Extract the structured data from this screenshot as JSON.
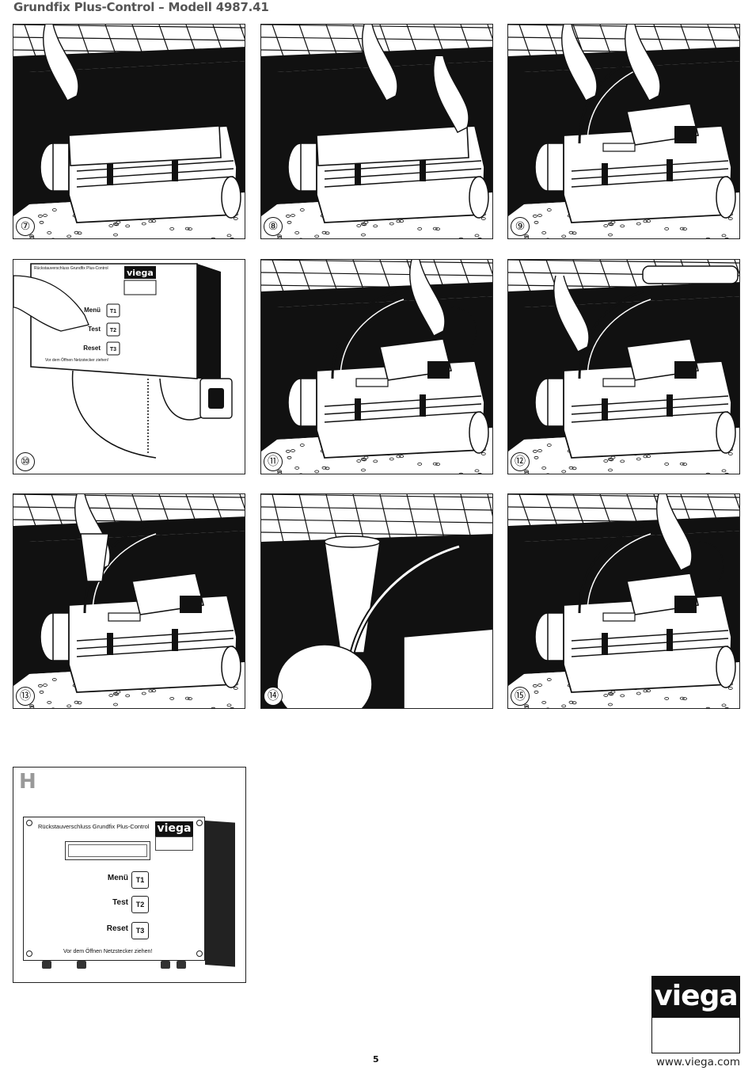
{
  "header": {
    "title": "Grundfix Plus-Control – Modell 4987.41"
  },
  "steps": [
    {
      "number": "⑦",
      "scene": "pipe-open"
    },
    {
      "number": "⑧",
      "scene": "pipe-insert"
    },
    {
      "number": "⑨",
      "scene": "pipe-closed"
    },
    {
      "number": "⑩",
      "scene": "control-box"
    },
    {
      "number": "⑪",
      "scene": "motor-lift"
    },
    {
      "number": "⑫",
      "scene": "grease"
    },
    {
      "number": "⑬",
      "scene": "fill"
    },
    {
      "number": "⑭",
      "scene": "closeup"
    },
    {
      "number": "⑮",
      "scene": "motor-lift"
    }
  ],
  "control_box_small": {
    "title": "Rückstauverschluss Grundfix Plus-Control",
    "logo": "viega",
    "rows": [
      {
        "label": "Menü",
        "button": "T1"
      },
      {
        "label": "Test",
        "button": "T2"
      },
      {
        "label": "Reset",
        "button": "T3"
      }
    ],
    "warning": "Vor dem Öffnen Netzstecker ziehen!"
  },
  "figure_h": {
    "letter": "H",
    "title": "Rückstauverschluss Grundfix Plus-Control",
    "logo": "viega",
    "rows": [
      {
        "label": "Menü",
        "button": "T1"
      },
      {
        "label": "Test",
        "button": "T2"
      },
      {
        "label": "Reset",
        "button": "T3"
      }
    ],
    "warning": "Vor dem Öffnen Netzstecker ziehen!"
  },
  "footer": {
    "page_number": "5",
    "logo": "viega",
    "url": "www.viega.com"
  },
  "colors": {
    "ink": "#1a1a1a",
    "title_gray": "#555555",
    "letter_gray": "#999999"
  }
}
